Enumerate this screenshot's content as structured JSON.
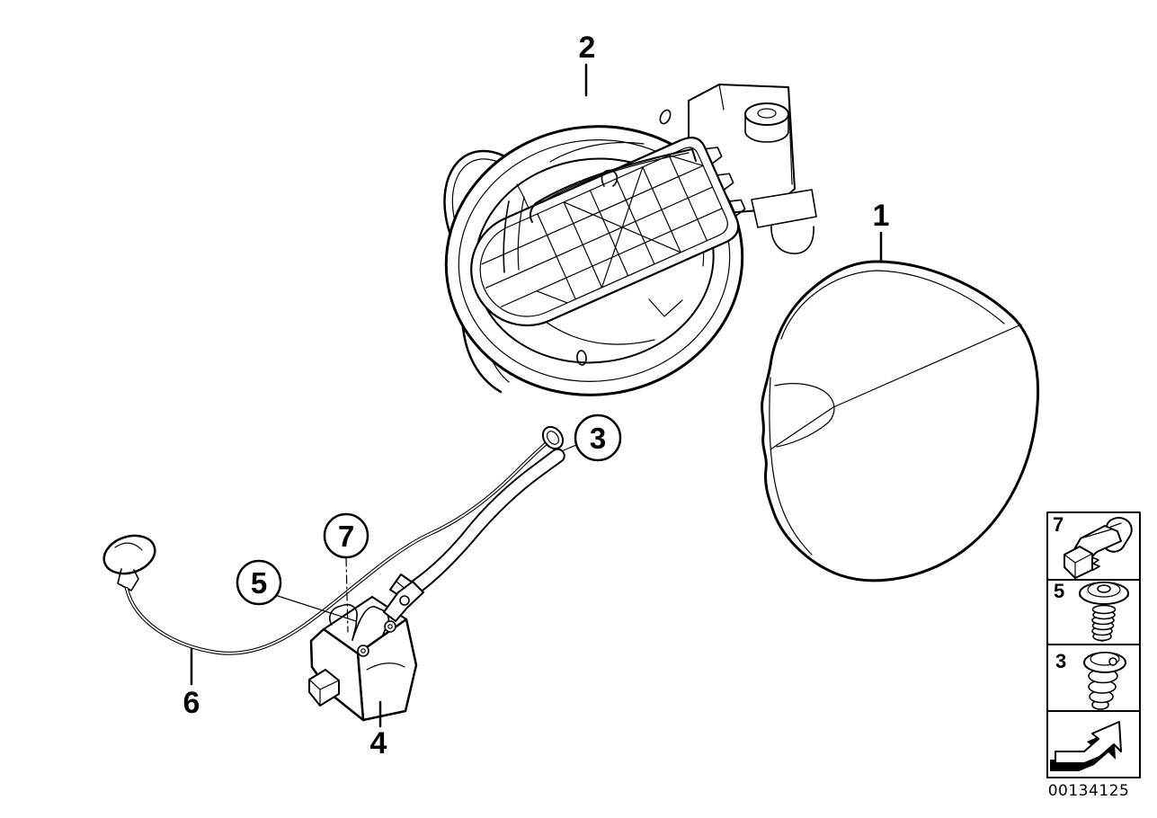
{
  "colors": {
    "ink": "#000000",
    "paper": "#ffffff"
  },
  "labels": {
    "flap": "1",
    "filler_pocket": "2",
    "grommet": "3",
    "actuator": "4",
    "screw": "5",
    "release_cable": "6",
    "clip": "7"
  },
  "legend": {
    "rows": [
      {
        "label": "7",
        "icon": "clip-icon"
      },
      {
        "label": "5",
        "icon": "screw-icon"
      },
      {
        "label": "3",
        "icon": "rivet-icon"
      },
      {
        "label": "",
        "icon": "direction-arrow-icon"
      }
    ],
    "doc_number": "00134125"
  }
}
